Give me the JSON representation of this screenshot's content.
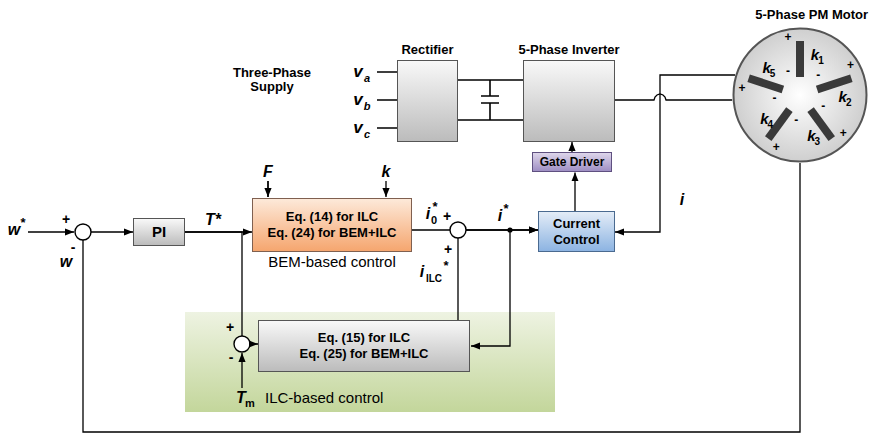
{
  "diagram": {
    "nodes": [
      {
        "text": [
          "Rectifier"
        ]
      },
      {
        "text": [
          "5-Phase Inverter"
        ]
      },
      {
        "text": [
          "5-Phase PM Motor"
        ]
      },
      {
        "text": [
          "Gate Driver"
        ]
      },
      {
        "text": [
          "PI"
        ]
      },
      {
        "text": [
          "Eq. (14) for ILC",
          "Eq. (24) for BEM+ILC",
          "BEM-based control"
        ]
      },
      {
        "text": [
          "Current Control"
        ]
      },
      {
        "text": [
          "ILC-based control"
        ]
      },
      {
        "text": [
          "Eq. (15) for ILC",
          "Eq. (25) for BEM+ILC"
        ],
        "in": 7
      }
    ],
    "edges": [
      {
        "from": 0,
        "to": 1,
        "arrow": "none"
      },
      {
        "from": 1,
        "to": 2,
        "arrow": "none"
      },
      {
        "from": 2,
        "to": 6,
        "label": "i",
        "arrow": "to"
      },
      {
        "from": 2,
        "to": 4,
        "arrow": "to"
      },
      {
        "from": 4,
        "to": 5,
        "label": "T*",
        "arrow": "to"
      },
      {
        "from": 4,
        "to": 8,
        "arrow": "to"
      },
      {
        "from": 5,
        "to": 6,
        "arrow": "to"
      },
      {
        "from": 8,
        "to": 6,
        "arrow": "to"
      },
      {
        "from": 6,
        "to": 3,
        "arrow": "to"
      },
      {
        "from": 3,
        "to": 1,
        "arrow": "to"
      }
    ],
    "labels": [
      "Three-Phase Supply",
      "v",
      "a",
      "v",
      "b",
      "v",
      "c",
      "F",
      "k",
      "w",
      "*",
      "+",
      "w",
      "-",
      "i",
      "0",
      "*",
      "+",
      "i",
      "*",
      "+",
      "i",
      "ILC",
      "*",
      "+",
      "-",
      "T",
      "m",
      "k",
      "1",
      "+",
      "-",
      "k",
      "2",
      "+",
      "-",
      "k",
      "3",
      "+",
      "-",
      "k",
      "4",
      "+",
      "-",
      "k",
      "5",
      "+",
      "-"
    ]
  }
}
